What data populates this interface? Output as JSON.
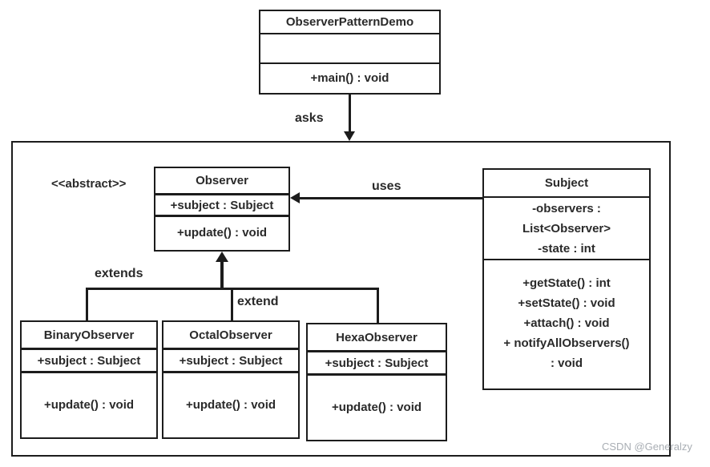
{
  "diagram": {
    "type": "uml-class-diagram",
    "pattern": "Observer Pattern"
  },
  "labels": {
    "asks": "asks",
    "uses": "uses",
    "extends": "extends",
    "extend": "extend",
    "abstract_stereotype": "<<abstract>>"
  },
  "classes": {
    "demo": {
      "name": "ObserverPatternDemo",
      "attributes": [],
      "methods": [
        "+main() : void"
      ]
    },
    "observer": {
      "name": "Observer",
      "attributes": [
        "+subject : Subject"
      ],
      "methods": [
        "+update() : void"
      ]
    },
    "subject": {
      "name": "Subject",
      "attributes": [
        "-observers :",
        "List<Observer>",
        "-state : int"
      ],
      "methods": [
        "+getState() : int",
        "+setState() : void",
        "+attach() : void",
        "+ notifyAllObservers()",
        ": void"
      ]
    },
    "binary": {
      "name": "BinaryObserver",
      "attributes": [
        "+subject : Subject"
      ],
      "methods": [
        "+update() : void"
      ]
    },
    "octal": {
      "name": "OctalObserver",
      "attributes": [
        "+subject : Subject"
      ],
      "methods": [
        "+update() : void"
      ]
    },
    "hexa": {
      "name": "HexaObserver",
      "attributes": [
        "+subject : Subject"
      ],
      "methods": [
        "+update() : void"
      ]
    }
  },
  "watermark": "CSDN @Generalzy",
  "colors": {
    "line": "#1c1c1c",
    "text": "#2a2a2a",
    "background": "#ffffff",
    "watermark": "#a9aeb4"
  }
}
